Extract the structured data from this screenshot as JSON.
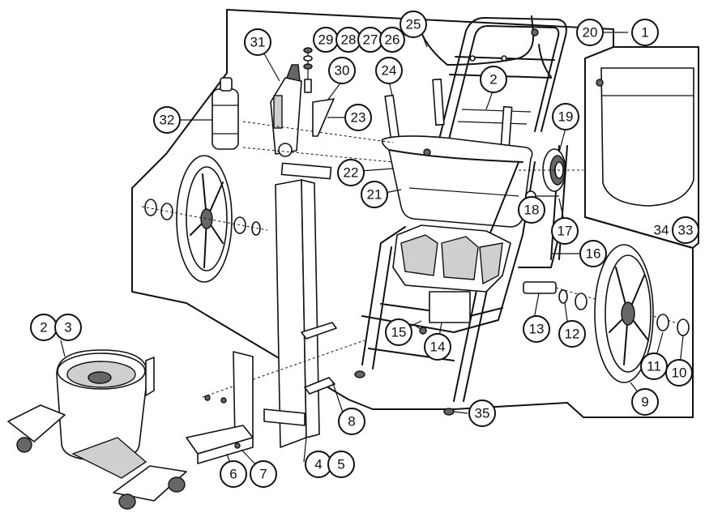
{
  "diagram": {
    "callouts": {
      "c1": "1",
      "c2a": "2",
      "c2b": "2",
      "c3": "3",
      "c4": "4",
      "c5": "5",
      "c6": "6",
      "c7": "7",
      "c8": "8",
      "c9": "9",
      "c10": "10",
      "c11": "11",
      "c12": "12",
      "c13": "13",
      "c14": "14",
      "c15": "15",
      "c16": "16",
      "c17": "17",
      "c18": "18",
      "c19": "19",
      "c20": "20",
      "c21": "21",
      "c22": "22",
      "c23": "23",
      "c24": "24",
      "c25": "25",
      "c26": "26",
      "c27": "27",
      "c28": "28",
      "c29": "29",
      "c30": "30",
      "c31": "31",
      "c32": "32",
      "c33": "33",
      "c35": "35"
    },
    "bag_label": "34"
  }
}
